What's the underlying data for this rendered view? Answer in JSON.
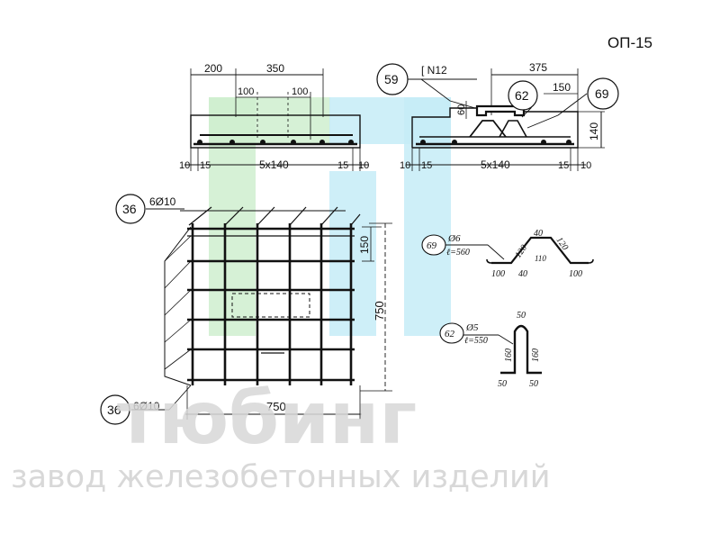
{
  "drawing_code": "ОП-15",
  "top_left_view": {
    "dim_top_left": "200",
    "dim_top_right": "350",
    "dim_inner_1": "100",
    "dim_inner_2": "100",
    "dim_bottom_10_left": "10",
    "dim_bottom_15_left": "15",
    "dim_bottom_main": "5x140",
    "dim_bottom_15_right": "15",
    "dim_bottom_10_right": "10"
  },
  "top_right_view": {
    "callout_59": "59",
    "channel_label": "[ N12",
    "dim_375": "375",
    "callout_62": "62",
    "dim_150": "150",
    "callout_69": "69",
    "dim_60": "60",
    "dim_140": "140",
    "dim_bottom_10_left": "10",
    "dim_bottom_15_left": "15",
    "dim_bottom_main": "5x140",
    "dim_bottom_15_right": "15",
    "dim_bottom_10_right": "10"
  },
  "mesh_view": {
    "callout_top": "36",
    "rebar_top": "6Ø10",
    "dim_150": "150",
    "dim_750_vertical": "750",
    "callout_bottom": "36",
    "rebar_bottom": "6Ø10",
    "dim_750_horizontal": "750"
  },
  "detail_69": {
    "callout": "69",
    "bar_spec": "Ø6",
    "length": "ℓ=560",
    "seg_40_top": "40",
    "seg_120_left": "120",
    "seg_120_right": "120",
    "seg_110": "110",
    "seg_40_bottom": "40",
    "seg_100_left": "100",
    "seg_100_right": "100"
  },
  "detail_62": {
    "callout": "62",
    "bar_spec": "Ø5",
    "length": "ℓ=550",
    "seg_50_top": "50",
    "seg_160_left": "160",
    "seg_160_right": "160",
    "seg_50_left": "50",
    "seg_50_right": "50"
  },
  "watermark": {
    "brand": "тюбинг",
    "tagline": "завод железобетонных изделий",
    "color_green": "#cfeecf",
    "color_blue": "#c6ecf7",
    "text_color": "#d8d8d8"
  }
}
